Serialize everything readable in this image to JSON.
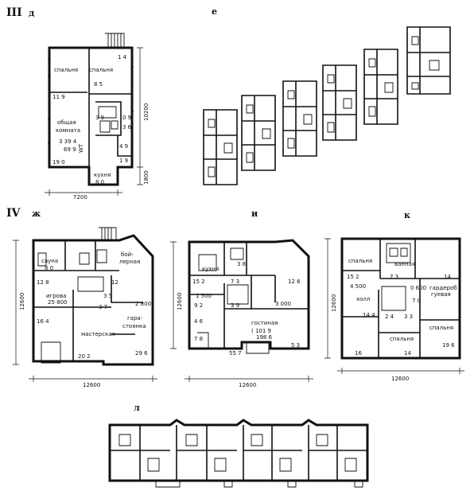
{
  "section_labels": {
    "roman_3": "III",
    "roman_4": "IV"
  },
  "plan_letters": {
    "d": "д",
    "e": "е",
    "zh": "ж",
    "i": "и",
    "k": "к",
    "l": "л"
  },
  "plan_d": {
    "rooms": {
      "bedroom_left": "спальня",
      "bedroom_right": "спальня",
      "common_room_1": "общая",
      "common_room_2": "комната",
      "kitchen": "кухня",
      "wc": "WT"
    },
    "areas": {
      "a1_4": "1 4",
      "a8_5": "8 5",
      "a11_9": "11 9",
      "a3_9": "3 9",
      "a0_9": "0 9",
      "a3_6": "3 6",
      "a39_4": "3 39 4",
      "a69_9": "69 9",
      "a4_9": "4 9",
      "a19_0": "19 0",
      "a1_9": "1 9",
      "a8_0": "8 0"
    },
    "dims": {
      "width": "7200",
      "height": "10200",
      "depth2": "1800"
    }
  },
  "plan_zh": {
    "rooms": {
      "sauna": "сауна",
      "boiler": "бой-",
      "boiler2": "лерная",
      "playroom": "игрова",
      "workshop": "мастерская",
      "garage1": "гара-",
      "garage2": "стоянка"
    },
    "areas": {
      "a8_0": "8 0",
      "a12_8": "12 8",
      "a12": "12",
      "a3_5": "3 5",
      "a25_800": "25 800",
      "a3_7": "3 7",
      "a16_4": "16 4",
      "a20_2": "20 2",
      "a29_6": "29 6",
      "a2_800": "2 800"
    },
    "dims": {
      "width": "12600",
      "height": "12600"
    }
  },
  "plan_i": {
    "rooms": {
      "kitchen": "кухня",
      "living": "гостиная"
    },
    "areas": {
      "a15_2": "15 2",
      "a3_8": "3 8",
      "a7_3": "7 3",
      "a12_6": "12 6",
      "a1_500": "1 500",
      "a9_2": "9 2",
      "a3_000": "3 000",
      "a4_6": "4 6",
      "a101_9": "( 101 9",
      "a198_6": "198 6",
      "a7_8": "7 8",
      "a55_7": "55 7",
      "a5_3": "5 3",
      "a3_9": "3 9"
    },
    "dims": {
      "width": "12600",
      "height": "12600"
    }
  },
  "plan_k": {
    "rooms": {
      "bedroom_tl": "спальня",
      "bath": "ванная",
      "hall": "холл",
      "dressing1": "гардероб",
      "dressing2": "гуевая",
      "bedroom_br": "спальня",
      "bedroom_bc": "спальня"
    },
    "areas": {
      "a15_2": "15 2",
      "a7_3": "7 3",
      "a14_top": "14",
      "a4_500": "4 500",
      "a0_600": "0 600",
      "a7_0": "7 0",
      "a14_4": "14 4",
      "a2_4": "2 4",
      "a3_3": "3 3",
      "a16": "16",
      "a14": "14",
      "a19_6": "19 6"
    },
    "dims": {
      "width": "12600",
      "height": "12600"
    }
  }
}
